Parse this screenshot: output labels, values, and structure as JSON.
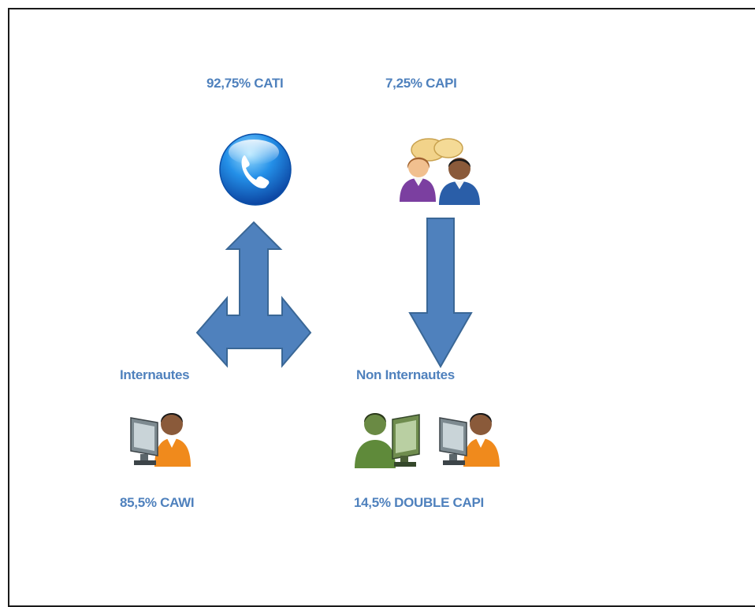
{
  "labels": {
    "cati": "92,75% CATI",
    "capi": "7,25% CAPI",
    "internautes": "Internautes",
    "non_internautes": "Non Internautes",
    "cawi": "85,5% CAWI",
    "double_capi": "14,5% DOUBLE CAPI"
  },
  "colors": {
    "label": "#4f81bd",
    "arrow_fill": "#4f81bd",
    "arrow_stroke": "#3a6796",
    "phone_icon": "#1a73d9",
    "frame_border": "#1a1a1a"
  },
  "icons": {
    "cati": "phone-icon",
    "capi": "two-people-talking-icon",
    "cawi": "person-at-computer-icon",
    "double_capi_1": "person-at-computer-green-icon",
    "double_capi_2": "person-at-computer-icon"
  }
}
